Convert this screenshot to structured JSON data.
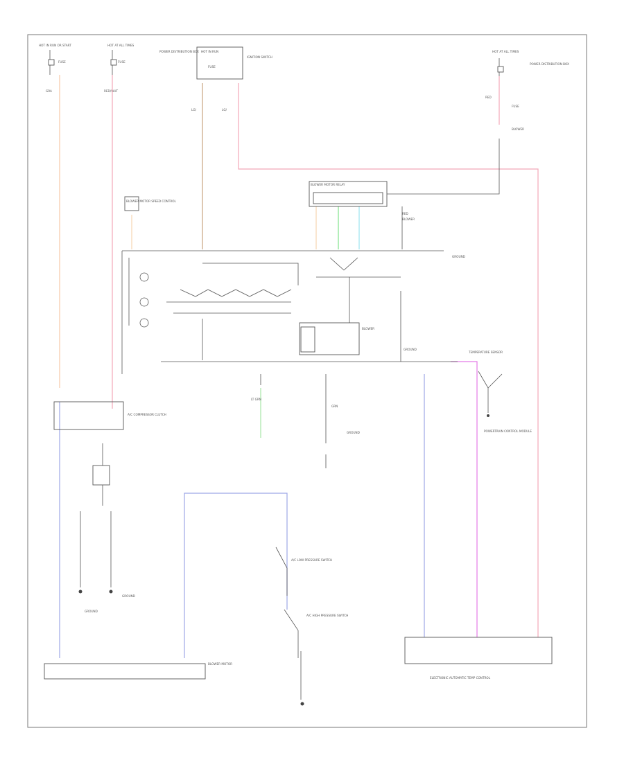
{
  "diagram": {
    "footer_code": "",
    "colors": {
      "orange": "#f7c9a6",
      "pink": "#f2a7b8",
      "brown": "#c9a47e",
      "blue": "#9ea7e6",
      "green": "#7fe28a",
      "cyan": "#9be4f0",
      "magenta": "#e47ae6",
      "light_green": "#a7e5a7",
      "peach": "#f7d6b0",
      "line": "#555555"
    },
    "labels": [
      {
        "id": "fuse-top-1",
        "text": "HOT IN RUN OR START"
      },
      {
        "id": "fuse-top-2",
        "text": "HOT AT ALL TIMES"
      },
      {
        "id": "fuse-top-3",
        "text": "POWER DISTRIBUTION BOX"
      },
      {
        "id": "fuse-top-4",
        "text": "HOT IN RUN"
      },
      {
        "id": "fuse-top-5",
        "text": "IGNITION SWITCH"
      },
      {
        "id": "fuse-right-1",
        "text": "HOT AT ALL TIMES"
      },
      {
        "id": "fuse-right-2",
        "text": "POWER DISTRIBUTION BOX"
      },
      {
        "id": "blower-relay",
        "text": "BLOWER MOTOR RELAY"
      },
      {
        "id": "control-module",
        "text": "BLOWER MOTOR SPEED CONTROL"
      },
      {
        "id": "ground",
        "text": "GROUND"
      },
      {
        "id": "temp-sensor",
        "text": "TEMPERATURE SENSOR"
      },
      {
        "id": "pcm",
        "text": "POWERTRAIN CONTROL MODULE"
      },
      {
        "id": "ac-clutch",
        "text": "A/C COMPRESSOR CLUTCH"
      },
      {
        "id": "low-pressure",
        "text": "A/C LOW PRESSURE SWITCH"
      },
      {
        "id": "high-pressure",
        "text": "A/C HIGH PRESSURE SWITCH"
      },
      {
        "id": "blower-motor",
        "text": "BLOWER MOTOR"
      },
      {
        "id": "eatc",
        "text": "ELECTRONIC AUTOMATIC TEMP CONTROL"
      }
    ]
  }
}
